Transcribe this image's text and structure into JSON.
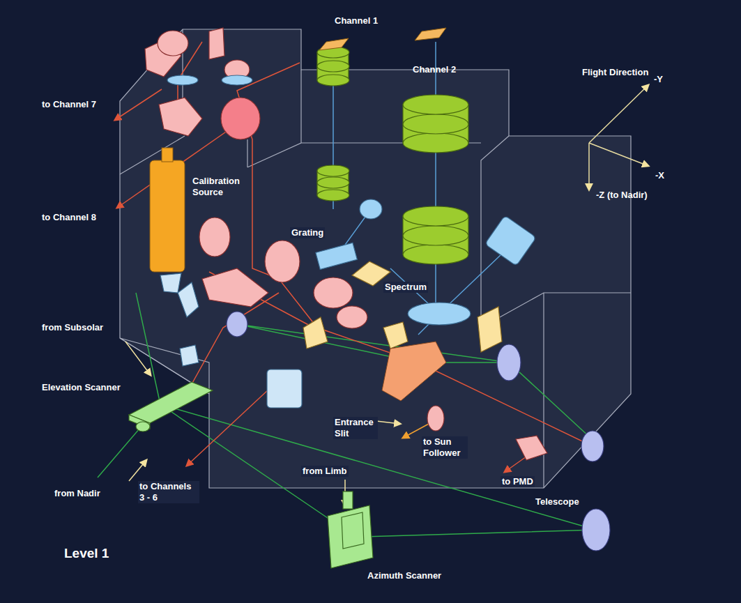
{
  "diagram": {
    "labels": [
      "Channel 1",
      "Channel 2",
      "Flight Direction",
      "-Y",
      "-X",
      "-Z (to Nadir)",
      "to Channel 7",
      "to Channel 8",
      "Calibration Source",
      "Grating",
      "Spectrum",
      "from Subsolar",
      "Elevation Scanner",
      "from Nadir",
      "to Channels 3 - 6",
      "from Limb",
      "Entrance Slit",
      "to Sun Follower",
      "to PMD",
      "Telescope",
      "Azimuth Scanner",
      "Level 1"
    ]
  }
}
